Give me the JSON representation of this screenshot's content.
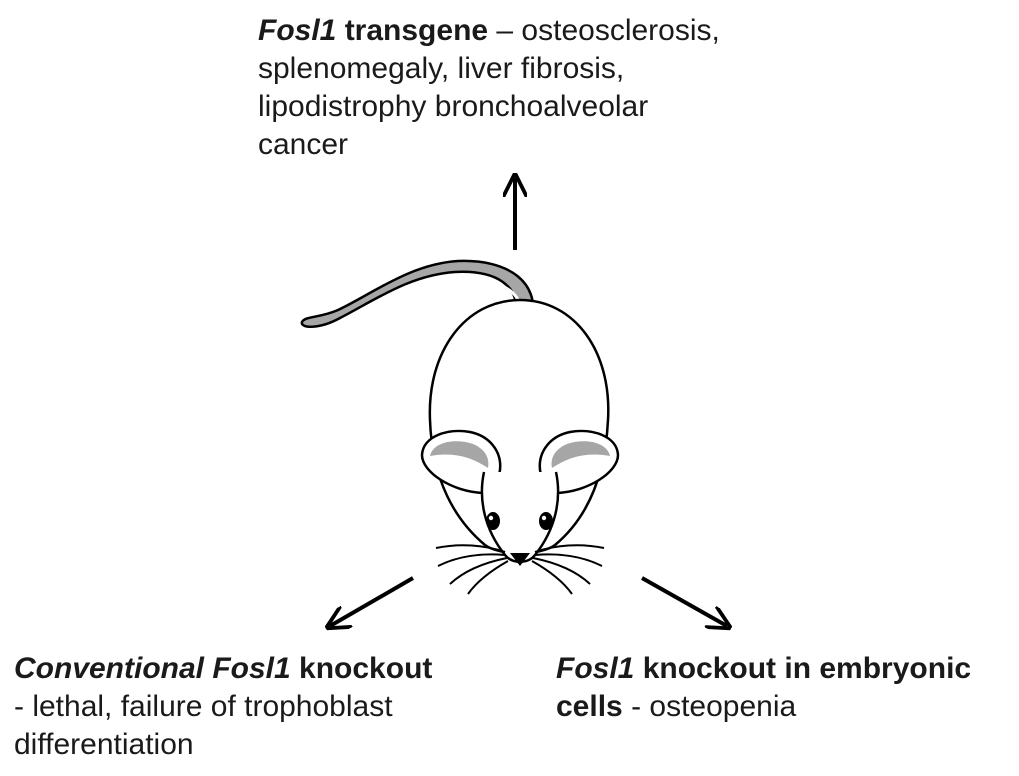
{
  "top": {
    "gene": "Fosl1",
    "title_rest": " transgene",
    "dash_text": " – osteosclerosis,",
    "line2": " splenomegaly, liver fibrosis,",
    "line3": "lipodistrophy bronchoalveolar",
    "line4": "cancer"
  },
  "left": {
    "prefix": "Conventional ",
    "gene": "Fosl1",
    "title_rest": " knockout",
    "line2": "- lethal, failure of trophoblast",
    "line3": " differentiation"
  },
  "right": {
    "gene": "Fosl1",
    "title_rest": " knockout in embryonic",
    "line2_bold": "cells",
    "line2_rest": " - osteopenia"
  }
}
